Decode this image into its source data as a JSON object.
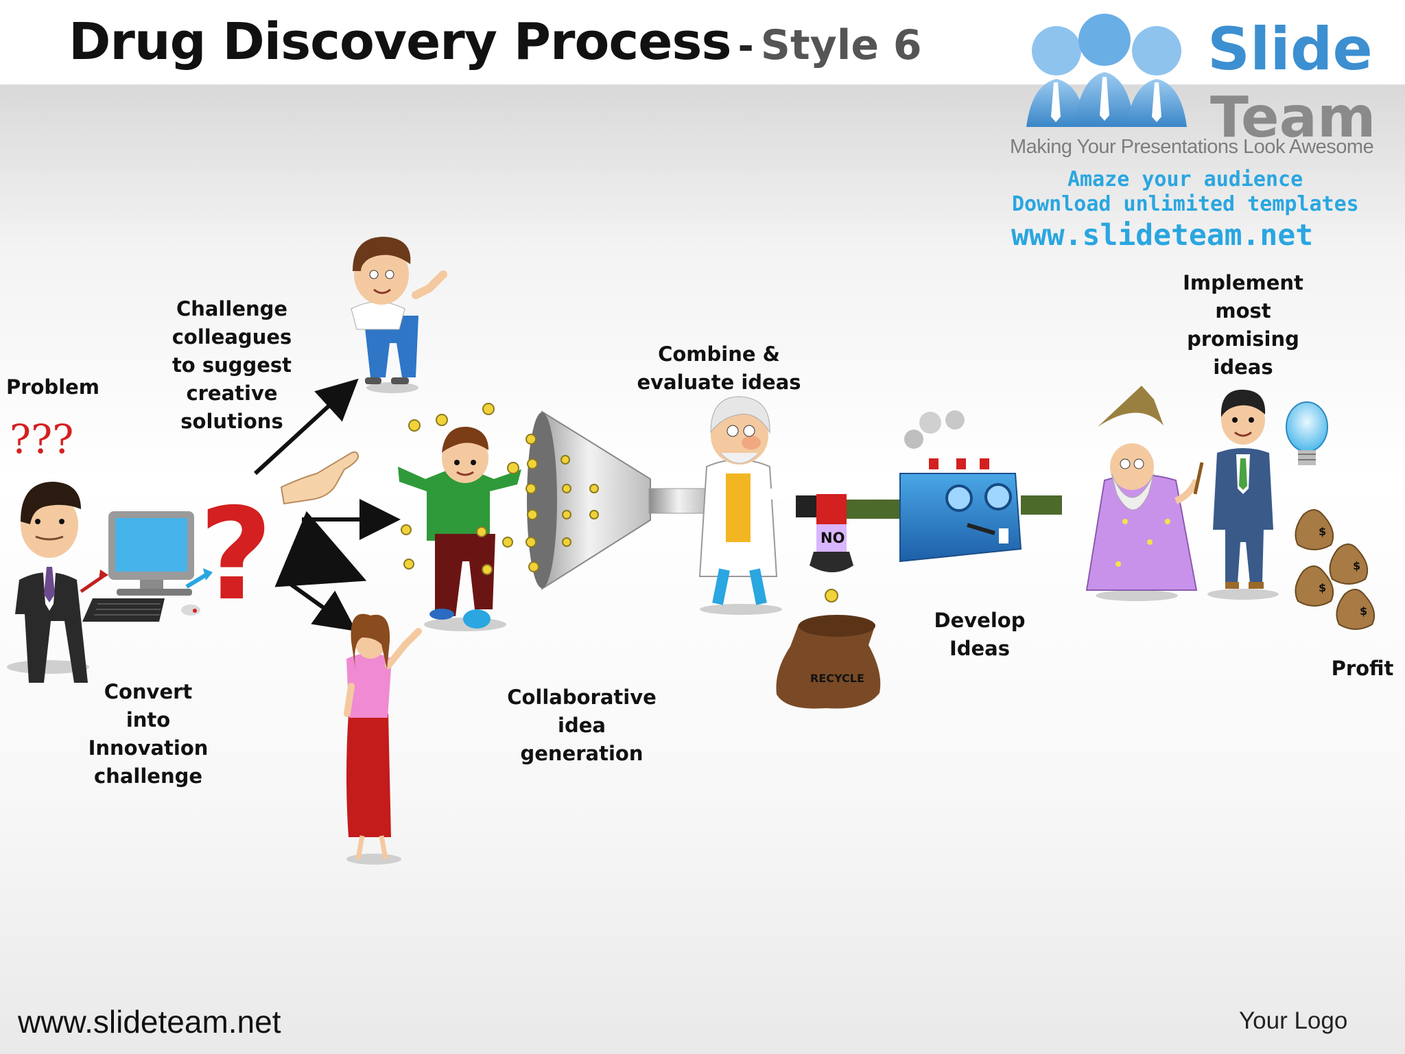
{
  "title": {
    "main": "Drug Discovery Process",
    "separator": "-",
    "sub": "Style 6"
  },
  "brand": {
    "name_1": "Slide",
    "name_2": "Team",
    "tagline": "Making Your Presentations Look Awesome",
    "promo_1": "Amaze your audience",
    "promo_2": "Download unlimited templates",
    "promo_url": "www.slideteam.net"
  },
  "steps": {
    "problem": "Problem",
    "convert": "Convert\ninto\nInnovation\nchallenge",
    "challenge": "Challenge\ncolleagues\nto suggest\ncreative\nsolutions",
    "collaborative": "Collaborative\nidea\ngeneration",
    "combine": "Combine &\nevaluate ideas",
    "develop": "Develop\nIdeas",
    "implement": "Implement\nmost\npromising\nideas",
    "profit": "Profit"
  },
  "props": {
    "question_marks": "???",
    "big_question": "?",
    "valve_label": "NO",
    "sack_label": "RECYCLE",
    "dollar": "$"
  },
  "footer": {
    "url": "www.slideteam.net",
    "logo": "Your Logo"
  },
  "colors": {
    "accent_blue": "#2aa6e0",
    "brand_blue": "#3c8fd0",
    "question_red": "#d42020",
    "arrow_black": "#111111"
  }
}
